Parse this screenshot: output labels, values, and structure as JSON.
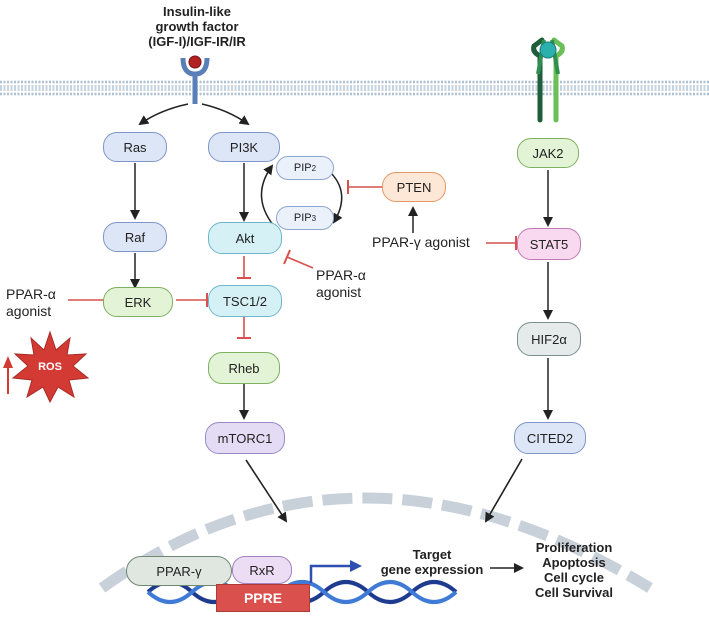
{
  "title_lines": [
    "Insulin-like",
    "growth factor",
    "(IGF-I)/IGF-IR/IR"
  ],
  "nodes": {
    "ras": "Ras",
    "raf": "Raf",
    "erk": "ERK",
    "pi3k": "PI3K",
    "pip2": "PIP",
    "pip2_sub": "2",
    "pip3": "PIP",
    "pip3_sub": "3",
    "akt": "Akt",
    "tsc": "TSC1/2",
    "rheb": "Rheb",
    "mtorc1": "mTORC1",
    "pten": "PTEN",
    "jak2": "JAK2",
    "stat5": "STAT5",
    "hif2a": "HIF2α",
    "cited2": "CITED2",
    "ppar_g": "PPAR-γ",
    "rxr": "RxR",
    "ppre": "PPRE"
  },
  "labels": {
    "ppar_a_left": [
      "PPAR-α",
      "agonist"
    ],
    "ppar_a_mid": [
      "PPAR-α",
      "agonist"
    ],
    "ppar_g_agonist": "PPAR-γ agonist",
    "ros": "ROS",
    "target": [
      "Target",
      "gene expression"
    ],
    "outcomes": [
      "Proliferation",
      "Apoptosis",
      "Cell cycle",
      "Cell Survival"
    ]
  },
  "colors": {
    "activation_arrow": "#222222",
    "inhibition": "#d9504c",
    "membrane": "#9fb4c9",
    "ros": "#d43a34",
    "dna_a": "#1f3b8f",
    "dna_b": "#3f7ad6",
    "receptor_jak_left": "#1e5e3a",
    "receptor_jak_right": "#6bbf57",
    "receptor_ligand": "#2bb1ad",
    "receptor_igf": "#5a7fb8",
    "igf_ligand": "#b22222"
  }
}
